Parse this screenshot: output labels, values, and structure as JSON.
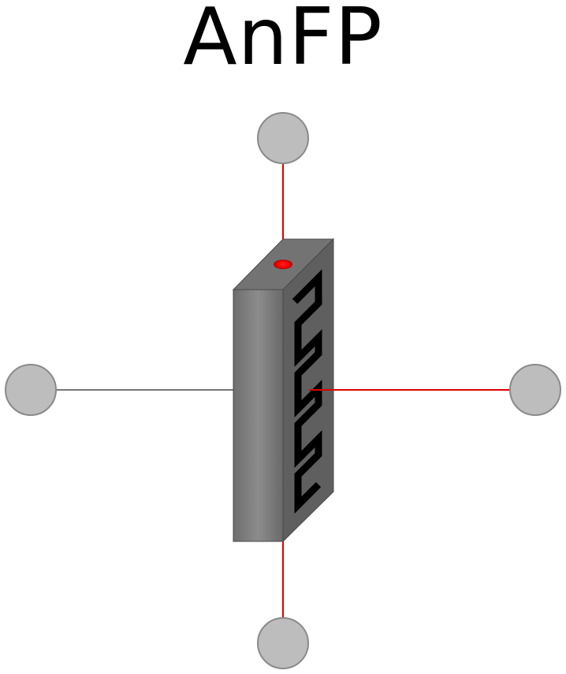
{
  "diagram": {
    "title": "AnFP",
    "colors": {
      "port_fill": "#bdbdbd",
      "port_stroke": "#8a8a8a",
      "wire_red": "#dd0000",
      "wire_gray": "#777777",
      "body_front": "#828282",
      "body_side": "#5e5e5e",
      "body_top": "#727272",
      "channel": "#000000",
      "inlet_dot": "#ff0000"
    },
    "ports": [
      {
        "id": "port-top",
        "icon": "circle-port"
      },
      {
        "id": "port-bottom",
        "icon": "circle-port"
      },
      {
        "id": "port-left",
        "icon": "circle-port"
      },
      {
        "id": "port-right",
        "icon": "circle-port"
      }
    ],
    "component": {
      "icon": "flow-plate-block",
      "channel_pattern": "serpentine"
    }
  }
}
